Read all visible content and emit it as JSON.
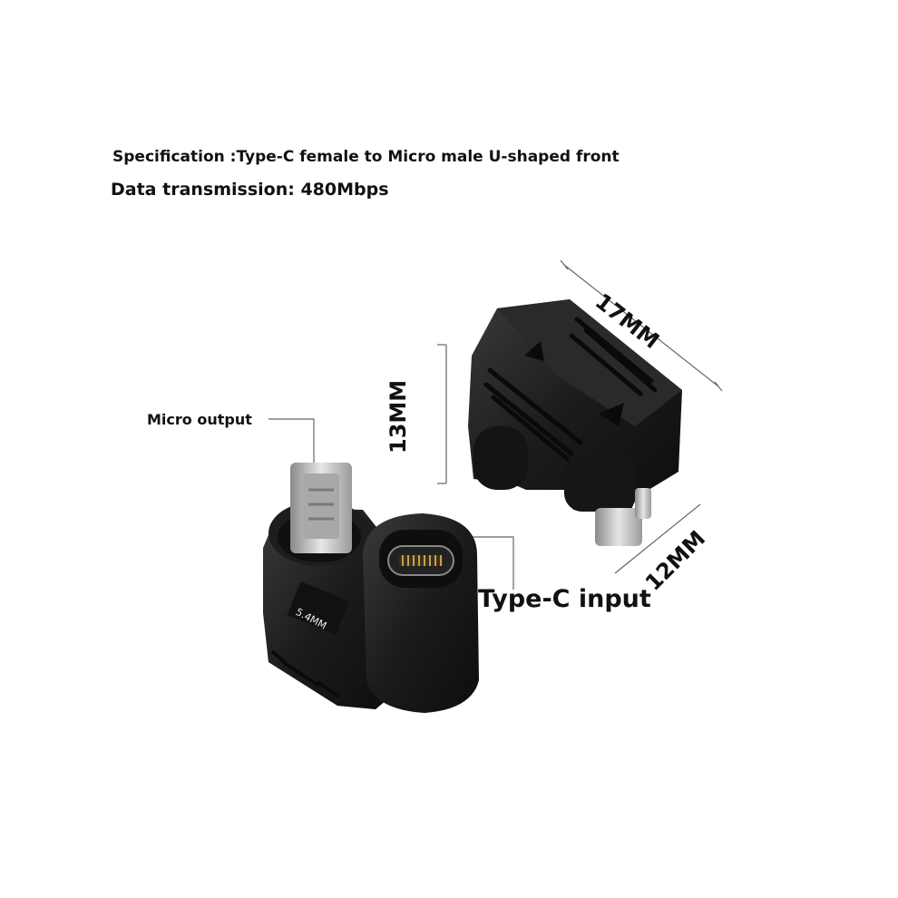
{
  "spec": {
    "specification": "Specification :Type-C female to Micro male U-shaped front",
    "data_rate": "Data transmission: 480Mbps"
  },
  "labels": {
    "micro_output": "Micro output",
    "typec_input": "Type-C input"
  },
  "dimensions": {
    "length": "17MM",
    "height": "13MM",
    "depth": "12MM",
    "gap": "5.4MM"
  },
  "colors": {
    "body": "#1b1b1b",
    "body_highlight": "#3a3a3a",
    "metal": "#c8c8c8",
    "pins": "#c8a040"
  }
}
